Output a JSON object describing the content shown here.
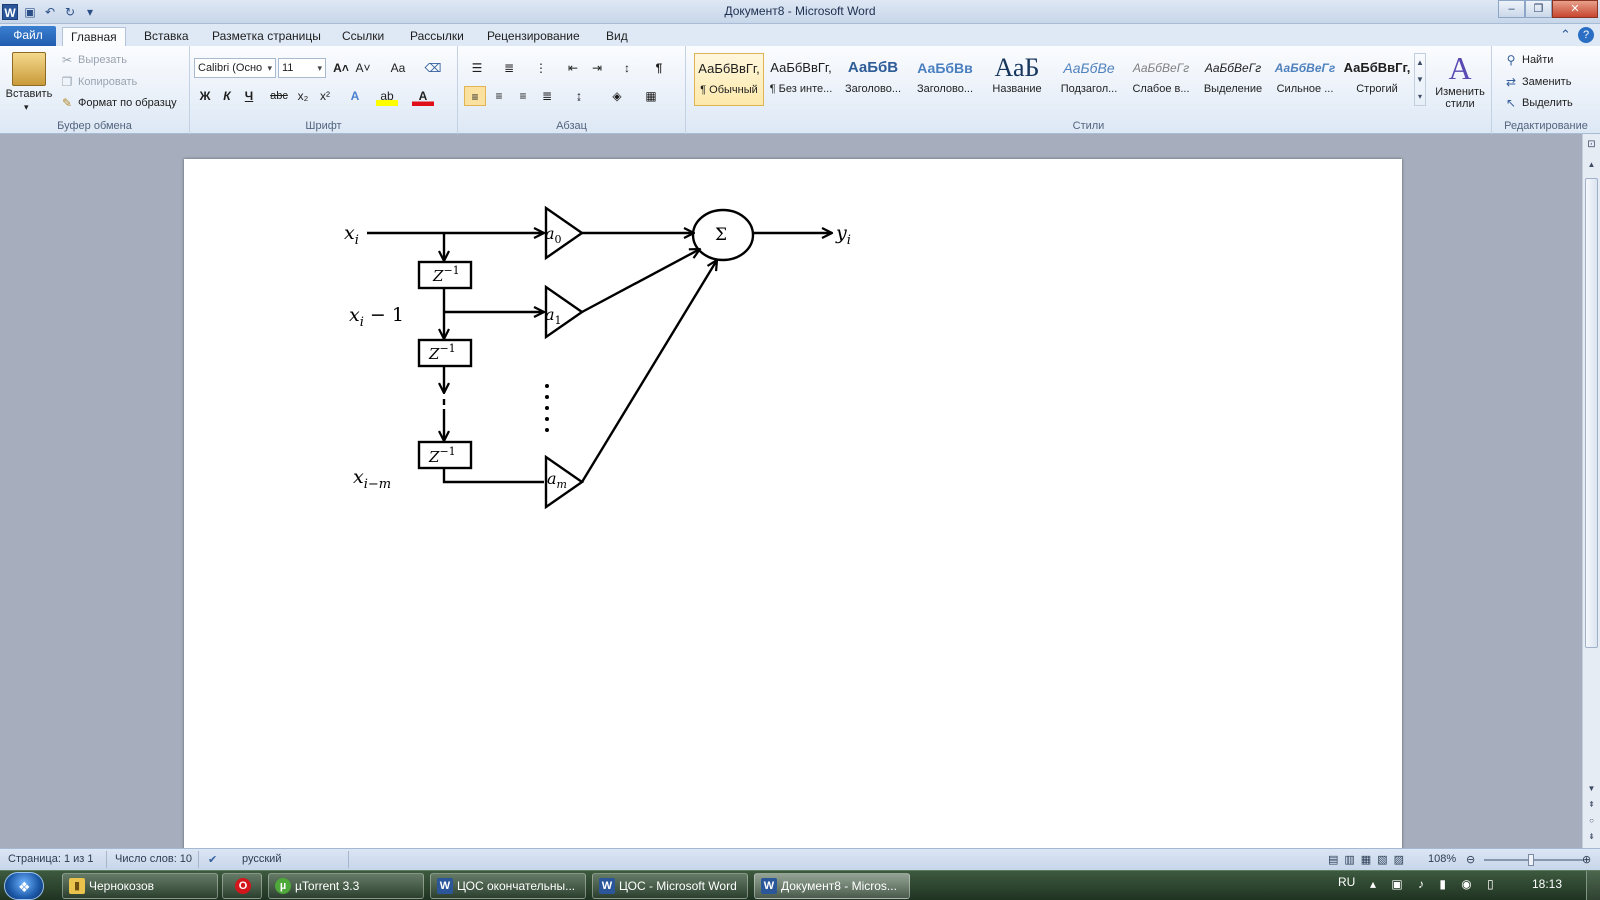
{
  "window": {
    "title": "Документ8  -  Microsoft Word",
    "qat": {
      "logo": "W",
      "save_icon": "save-icon",
      "undo_icon": "undo-icon",
      "redo_icon": "redo-icon"
    },
    "controls": {
      "minimize": "–",
      "maximize": "❐",
      "close": "✕"
    }
  },
  "tabs": [
    {
      "label": "Файл"
    },
    {
      "label": "Главная"
    },
    {
      "label": "Вставка"
    },
    {
      "label": "Разметка страницы"
    },
    {
      "label": "Ссылки"
    },
    {
      "label": "Рассылки"
    },
    {
      "label": "Рецензирование"
    },
    {
      "label": "Вид"
    }
  ],
  "ribbon": {
    "clipboard": {
      "label": "Буфер обмена",
      "paste": "Вставить",
      "cut": "Вырезать",
      "copy": "Копировать",
      "format_painter": "Формат по образцу"
    },
    "font": {
      "label": "Шрифт",
      "font_name": "Calibri (Осно",
      "font_size": "11",
      "bold": "Ж",
      "italic": "К",
      "underline": "Ч",
      "strike": "abc",
      "subscript": "x₂",
      "superscript": "x²",
      "grow": "A˄",
      "shrink": "A˅",
      "case": "Aa",
      "color_letter": "A"
    },
    "paragraph": {
      "label": "Абзац",
      "pilcrow": "¶"
    },
    "styles": {
      "label": "Стили",
      "items": [
        {
          "preview": "АаБбВвГг,",
          "name": "¶ Обычный"
        },
        {
          "preview": "АаБбВвГг,",
          "name": "¶ Без инте..."
        },
        {
          "preview": "АаБбВ",
          "name": "Заголово..."
        },
        {
          "preview": "АаБбВв",
          "name": "Заголово..."
        },
        {
          "preview": "АаБ",
          "name": "Название"
        },
        {
          "preview": "АаБбВе",
          "name": "Подзагол..."
        },
        {
          "preview": "АаБбВеГг",
          "name": "Слабое в..."
        },
        {
          "preview": "АаБбВеГг",
          "name": "Выделение"
        },
        {
          "preview": "АаБбВеГг",
          "name": "Сильное ..."
        },
        {
          "preview": "АаБбВвГг,",
          "name": "Строгий"
        }
      ],
      "change_styles": "Изменить стили"
    },
    "editing": {
      "label": "Редактирование",
      "find": "Найти",
      "replace": "Заменить",
      "select": "Выделить"
    }
  },
  "diagram": {
    "input_top": "x",
    "input_top_sub": "i",
    "input_mid": "x",
    "input_mid_sub": "i",
    "input_mid_suffix": " − 1",
    "input_bot": "x",
    "input_bot_sub": "i−m",
    "delay_label": "Z",
    "delay_exp": "−1",
    "gain0": "a",
    "gain0_sub": "0",
    "gain1": "a",
    "gain1_sub": "1",
    "gainm": "a",
    "gainm_sub": "m",
    "sum": "Σ",
    "output": "y",
    "output_sub": "i"
  },
  "status": {
    "page": "Страница: 1 из 1",
    "words": "Число слов: 10",
    "language": "русский",
    "zoom": "108%"
  },
  "taskbar": {
    "items": [
      {
        "label": "Чернокозов",
        "icon": "folder-icon"
      },
      {
        "label": "",
        "icon": "opera-icon"
      },
      {
        "label": "µTorrent 3.3",
        "icon": "utorrent-icon"
      },
      {
        "label": "ЦОС окончательны...",
        "icon": "word-icon"
      },
      {
        "label": "ЦОС - Microsoft Word",
        "icon": "word-icon"
      },
      {
        "label": "Документ8 - Micros...",
        "icon": "word-icon"
      }
    ],
    "lang": "RU",
    "clock": "18:13"
  }
}
